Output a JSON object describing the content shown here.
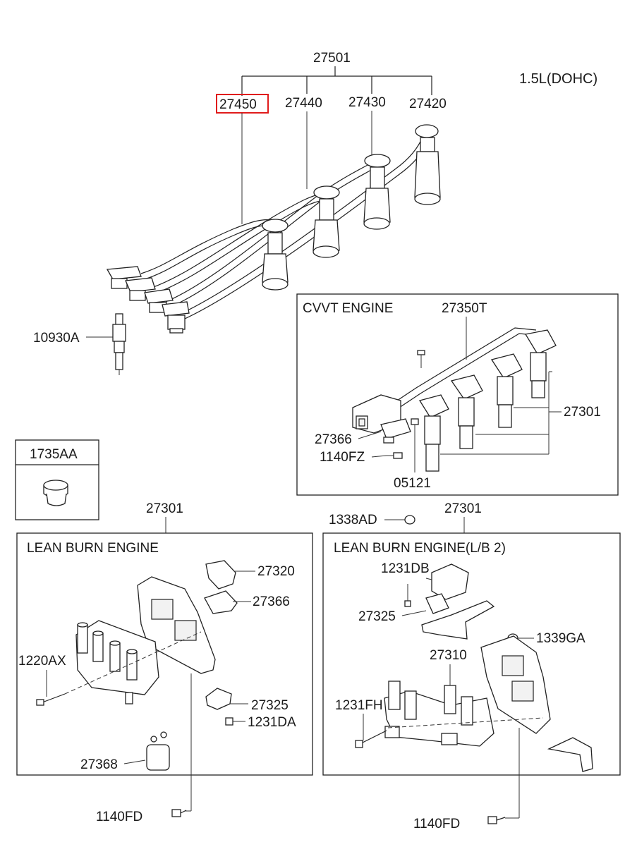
{
  "engine_label": "1.5L(DOHC)",
  "wire_set": {
    "assembly": "27501",
    "cables": [
      "27450",
      "27440",
      "27430",
      "27420"
    ],
    "highlighted": "27450"
  },
  "spark_plug": "10930A",
  "plug_inset": {
    "part": "1735AA"
  },
  "cvvt_panel": {
    "title": "CVVT ENGINE",
    "coil_assembly": "27350T",
    "coil": "27301",
    "sensor": "27366",
    "bolt": "1140FZ",
    "screw": "05121"
  },
  "lean_burn_panel": {
    "title": "LEAN BURN ENGINE",
    "header_part": "27301",
    "parts": {
      "connector": "27320",
      "bracket_sensor": "27366",
      "bolt_left": "1220AX",
      "clip": "27325",
      "screw": "1231DA",
      "cap": "27368"
    },
    "bolt_below": "1140FD"
  },
  "lean_burn_lb2_panel": {
    "title": "LEAN BURN ENGINE(L/B 2)",
    "header_part": "27301",
    "parts": {
      "screw_top": "1231DB",
      "clip": "27325",
      "nut": "1339GA",
      "coil": "27310",
      "screw_left": "1231FH"
    },
    "nut_above": "1338AD",
    "bolt_below": "1140FD"
  },
  "colors": {
    "highlight": "#e01b1b",
    "line": "#222222"
  }
}
